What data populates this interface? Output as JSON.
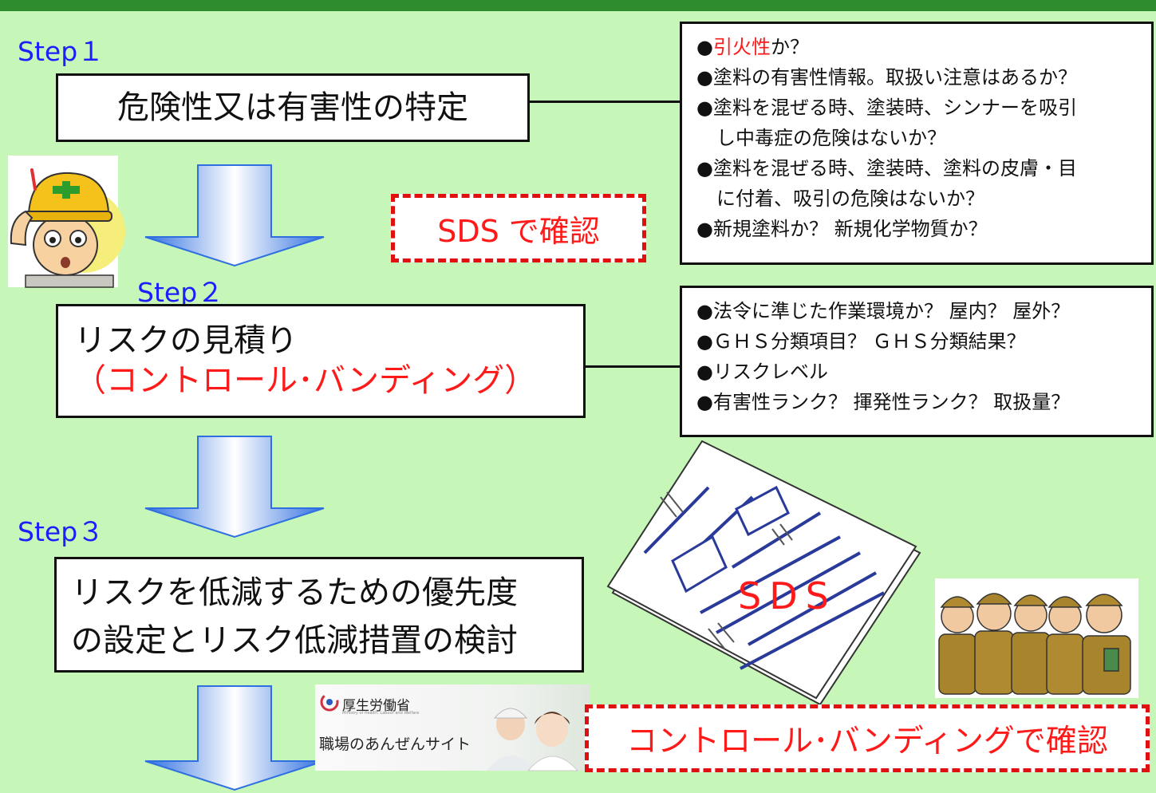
{
  "step1": {
    "label": "Step１",
    "title": "危険性又は有害性の特定"
  },
  "step2": {
    "label": "Step２",
    "title_line1": "リスクの見積り",
    "title_line2": "（コントロール･バンディング）"
  },
  "step3": {
    "label": "Step３",
    "title_line1": "リスクを低減するための優先度",
    "title_line2": "の設定とリスク低減措置の検討"
  },
  "sds_check": "SDS で確認",
  "cb_check": "コントロール･バンディングで確認",
  "checklist1": {
    "l1_bullet": "●",
    "l1_red": "引火性",
    "l1_rest": "か？",
    "l2": "●塗料の有害性情報。取扱い注意はあるか？",
    "l3": "●塗料を混ぜる時、塗装時、シンナーを吸引",
    "l4": "し中毒症の危険はないか？",
    "l5": "●塗料を混ぜる時、塗装時、塗料の皮膚・目",
    "l6": "に付着、吸引の危険はないか？",
    "l7": "●新規塗料か？ 新規化学物質か？"
  },
  "checklist2": {
    "l1": "●法令に準じた作業環境か？ 屋内？ 屋外？",
    "l2": "●ＧＨＳ分類項目？ ＧＨＳ分類結果？",
    "l3": "●リスクレベル",
    "l4": "●有害性ランク？ 揮発性ランク？ 取扱量？"
  },
  "sds_document_label": "SDS",
  "ministry_name": "厚生労働省",
  "ministry_english": "Ministry of Health, Labour and Welfare",
  "site_name": "職場のあんぜんサイト",
  "colors": {
    "background": "#c6f7b8",
    "step_label": "#1d1dff",
    "alert_red": "#ff1a1a",
    "arrow_blue": "#3a7de6"
  },
  "icons": {
    "worker": "worker-pointing-illustration",
    "sds_document": "sds-document-illustration",
    "group": "worker-group-illustration",
    "ministry": "ministry-logo-icon"
  }
}
